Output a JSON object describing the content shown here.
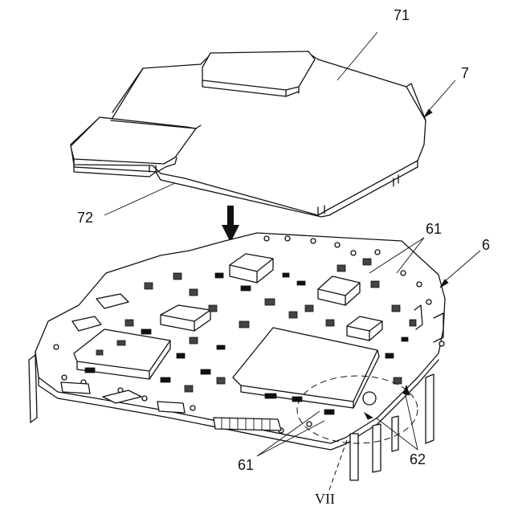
{
  "figure": {
    "labels": {
      "cover_number": "71",
      "cover_assembly_number": "7",
      "cover_side_number": "72",
      "board_number": "6",
      "component_top_number": "61",
      "component_bottom_number": "61",
      "connector_number": "62",
      "detail_view_number": "VII"
    }
  }
}
